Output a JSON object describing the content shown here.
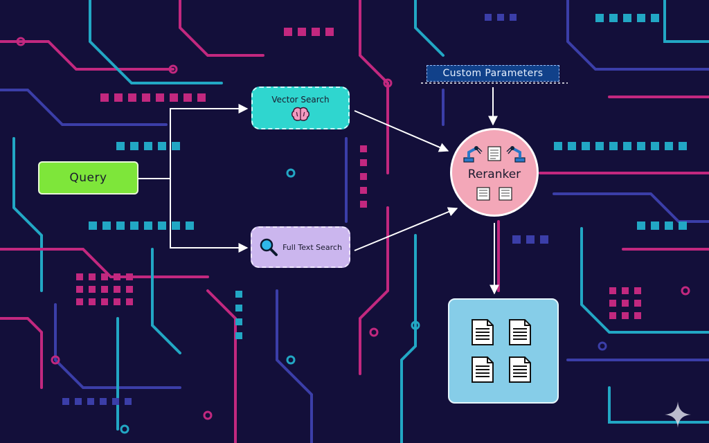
{
  "diagram": {
    "nodes": {
      "query": "Query",
      "vector_search": "Vector Search",
      "full_text_search": "Full Text Search",
      "custom_parameters": "Custom Parameters",
      "reranker": "Reranker",
      "results_icon": "document-stack-icon"
    },
    "edges": [
      {
        "from": "query",
        "to": "vector_search"
      },
      {
        "from": "query",
        "to": "full_text_search"
      },
      {
        "from": "vector_search",
        "to": "reranker"
      },
      {
        "from": "full_text_search",
        "to": "reranker"
      },
      {
        "from": "custom_parameters",
        "to": "reranker"
      },
      {
        "from": "reranker",
        "to": "results"
      }
    ]
  },
  "colors": {
    "background": "#130f3a",
    "circuit_pink": "#c2287f",
    "circuit_cyan": "#22a7c4",
    "circuit_blue": "#3b3ea8",
    "query": "#7ee63a",
    "vector_search": "#2fd6cf",
    "full_text_search": "#cbb6ee",
    "custom_parameters": "#11418a",
    "reranker": "#f3a7b8",
    "results": "#86cde8",
    "arrows": "#ffffff"
  }
}
